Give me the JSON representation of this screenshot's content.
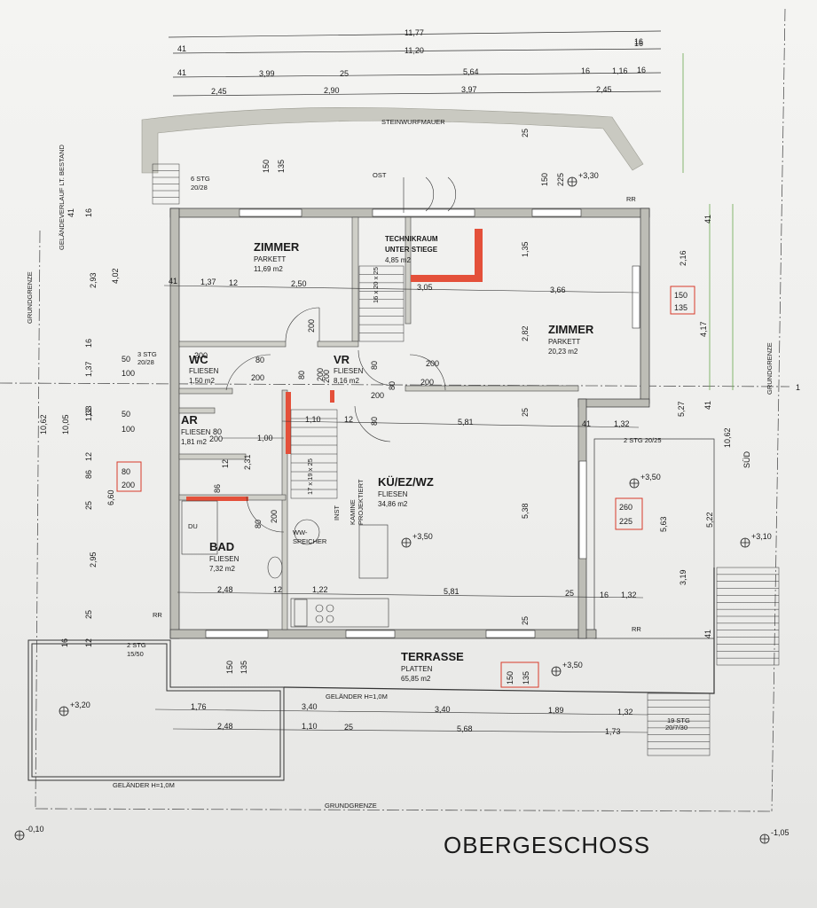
{
  "title": "OBERGESCHOSS",
  "rooms": {
    "zimmer1": {
      "name": "ZIMMER",
      "floor": "PARKETT",
      "area": "11,69 m2"
    },
    "technik": {
      "name1": "TECHNIKRAUM",
      "name2": "UNTER STIEGE",
      "area": "4,85 m2"
    },
    "zimmer2": {
      "name": "ZIMMER",
      "floor": "PARKETT",
      "area": "20,23 m2"
    },
    "wc": {
      "name": "WC",
      "floor": "FLIESEN",
      "area": "1,50 m2"
    },
    "vr": {
      "name": "VR",
      "floor": "FLIESEN",
      "area": "8,16 m2"
    },
    "ar": {
      "name": "AR",
      "floor": "FLIESEN",
      "area": "1,81 m2"
    },
    "kue": {
      "name": "KÜ/EZ/WZ",
      "floor": "FLIESEN",
      "area": "34,86 m2"
    },
    "bad": {
      "name": "BAD",
      "floor": "FLIESEN",
      "area": "7,32 m2"
    },
    "terrasse": {
      "name": "TERRASSE",
      "floor": "PLATTEN",
      "area": "65,85 m2"
    }
  },
  "labels": {
    "steinwurfmauer": "STEINWURFMAUER",
    "grundgrenze": "GRUNDGRENZE",
    "gelaendeverlauf": "GELÄNDEVERLAUF LT. BESTAND",
    "gelaender1": "GELÄNDER H=1,0M",
    "gelaender2": "GELÄNDER H=1,0M",
    "sued": "SÜD",
    "section": "1",
    "ww": "WW-",
    "speicher": "SPEICHER",
    "kamine": "KAMINE",
    "projektiert": "PROJEKTIERT",
    "inst": "INST",
    "rr1": "RR",
    "rr2": "RR",
    "rr3": "RR",
    "ost": "OST",
    "du": "DU",
    "stg_top": "6 STG",
    "stg_top2": "20/28",
    "stg_3": "3 STG",
    "stg_3b": "20/28",
    "stg_2": "2 STG 20/25",
    "stg_2b": "2 STG",
    "stg_2c": "15/50",
    "stair_a": "17 x 19 x 25",
    "stair_b": "16 x 20 x 25",
    "stair_c": "19 STG",
    "stair_d": "20/7/30"
  },
  "levels": [
    "+3,30",
    "+3,50",
    "+3,10",
    "+3,50",
    "+3,50",
    "+3,20",
    "-0,10",
    "-1,05"
  ],
  "boxed": [
    {
      "a": "150",
      "b": "135"
    },
    {
      "a": "80",
      "b": "200"
    },
    {
      "a": "260",
      "b": "225"
    },
    {
      "a": "150",
      "b": "135"
    }
  ],
  "dims": {
    "top1": "11,77",
    "top1r": "16",
    "top2l": "41",
    "top2": "11,20",
    "top2r": "16",
    "top3": [
      "41",
      "3,99",
      "25",
      "5,64",
      "16",
      "1,16",
      "16"
    ],
    "top4": [
      "2,45",
      "2,90",
      "3,97",
      "2,45"
    ],
    "inner1": [
      "41",
      "1,37",
      "12",
      "2,50",
      "3,05",
      "3,66"
    ],
    "inner2": [
      "1,10",
      "12",
      "5,81",
      "41",
      "1,32"
    ],
    "inner3": [
      "1,00",
      "2,48",
      "12",
      "1,22",
      "5,81",
      "25",
      "16",
      "1,32"
    ],
    "bot1": [
      "1,76",
      "3,40",
      "3,40",
      "1,89",
      "1,32"
    ],
    "bot2": [
      "2,48",
      "1,10",
      "25",
      "5,68",
      "1,73"
    ],
    "left": [
      "10,62",
      "10,05",
      "6,60",
      "2,95",
      "2,93",
      "4,02",
      "1,37",
      "1,33",
      "86",
      "25",
      "16",
      "41",
      "25",
      "16",
      "12",
      "12",
      "12",
      "16"
    ],
    "right": [
      "2,16",
      "4,17",
      "5,27",
      "5,63",
      "5,22",
      "3,19",
      "10,62",
      "41",
      "41",
      "41",
      "1,35",
      "2,82",
      "5,38",
      "25",
      "25",
      "25"
    ],
    "heights": [
      "150",
      "135",
      "150",
      "225",
      "150",
      "135"
    ],
    "doors": [
      "200",
      "80",
      "80",
      "200",
      "80",
      "200",
      "80",
      "200",
      "80",
      "200",
      "200",
      "80",
      "200",
      "200",
      "200",
      "80",
      "200"
    ],
    "win": [
      "50",
      "100",
      "50",
      "100",
      "2,31",
      "12",
      "86"
    ]
  }
}
